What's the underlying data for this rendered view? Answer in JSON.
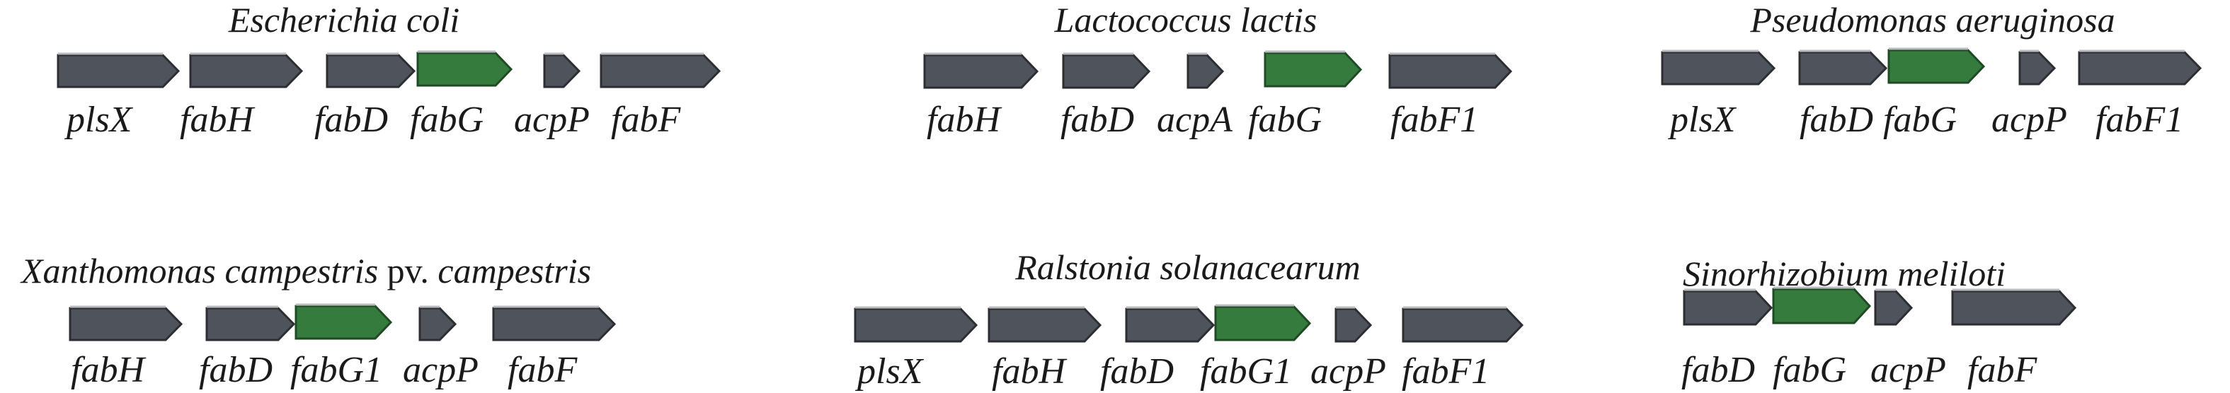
{
  "figure": {
    "description": "Gene clusters of fatty acid biosynthesis genes in six bacterial species; fabG homologs highlighted",
    "colors": {
      "gene_default": "#4f535b",
      "gene_default_edge": "#2c2e33",
      "gene_highlight": "#367b3e",
      "gene_highlight_edge": "#1e4a24",
      "gene_top_shade": "#b9bbbe",
      "text": "#1a1a1a"
    },
    "panels": [
      {
        "species": "Escherichia coli",
        "genes": [
          {
            "name": "plsX",
            "highlight": false
          },
          {
            "name": "fabH",
            "highlight": false
          },
          {
            "name": "fabD",
            "highlight": false
          },
          {
            "name": "fabG",
            "highlight": true
          },
          {
            "name": "acpP",
            "highlight": false
          },
          {
            "name": "fabF",
            "highlight": false
          }
        ]
      },
      {
        "species": "Lactococcus lactis",
        "genes": [
          {
            "name": "fabH",
            "highlight": false
          },
          {
            "name": "fabD",
            "highlight": false
          },
          {
            "name": "acpA",
            "highlight": false
          },
          {
            "name": "fabG",
            "highlight": true
          },
          {
            "name": "fabF1",
            "highlight": false
          }
        ]
      },
      {
        "species": "Pseudomonas aeruginosa",
        "genes": [
          {
            "name": "plsX",
            "highlight": false
          },
          {
            "name": "fabD",
            "highlight": false
          },
          {
            "name": "fabG",
            "highlight": true
          },
          {
            "name": "acpP",
            "highlight": false
          },
          {
            "name": "fabF1",
            "highlight": false
          }
        ]
      },
      {
        "species": "Xanthomonas campestris",
        "species_infix": "pv.",
        "species_suffix": "campestris",
        "genes": [
          {
            "name": "fabH",
            "highlight": false
          },
          {
            "name": "fabD",
            "highlight": false
          },
          {
            "name": "fabG1",
            "highlight": true
          },
          {
            "name": "acpP",
            "highlight": false
          },
          {
            "name": "fabF",
            "highlight": false
          }
        ]
      },
      {
        "species": "Ralstonia solanacearum",
        "genes": [
          {
            "name": "plsX",
            "highlight": false
          },
          {
            "name": "fabH",
            "highlight": false
          },
          {
            "name": "fabD",
            "highlight": false
          },
          {
            "name": "fabG1",
            "highlight": true
          },
          {
            "name": "acpP",
            "highlight": false
          },
          {
            "name": "fabF1",
            "highlight": false
          }
        ]
      },
      {
        "species": "Sinorhizobium meliloti",
        "genes": [
          {
            "name": "fabD",
            "highlight": false
          },
          {
            "name": "fabG",
            "highlight": true
          },
          {
            "name": "acpP",
            "highlight": false
          },
          {
            "name": "fabF",
            "highlight": false
          }
        ]
      }
    ]
  }
}
